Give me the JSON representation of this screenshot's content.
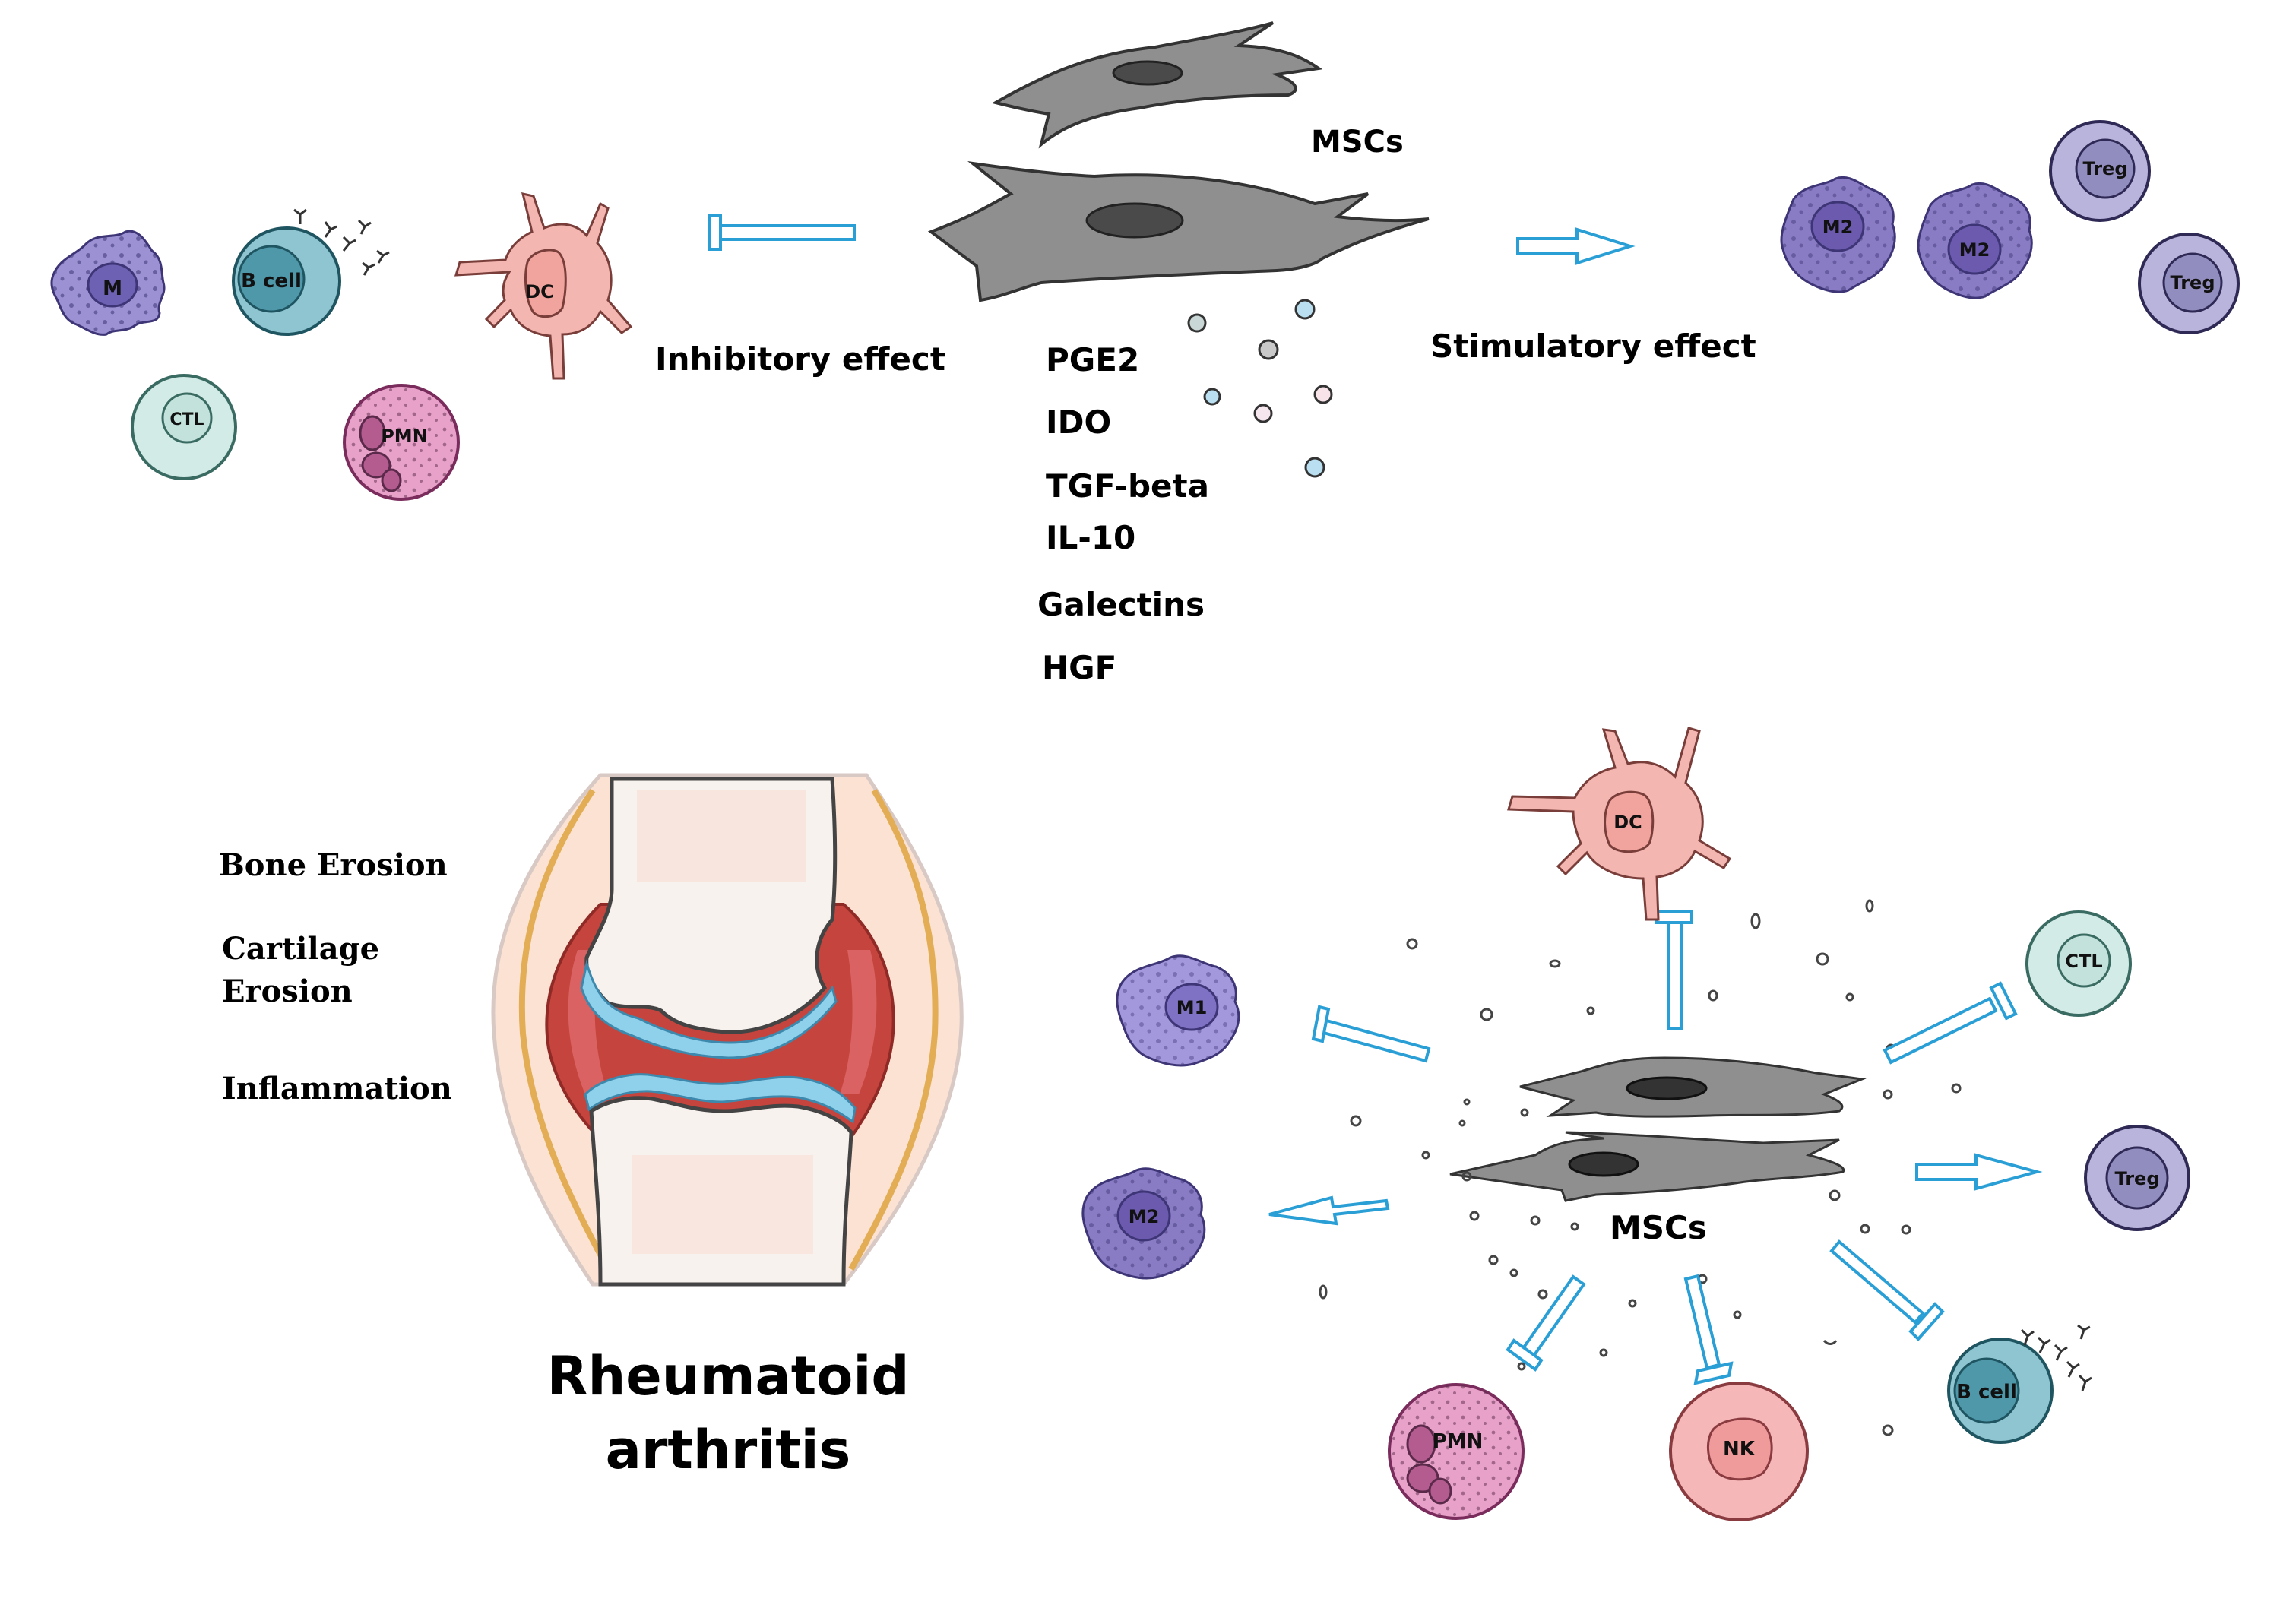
{
  "top": {
    "mscs_label": "MSCs",
    "inhibitory_label": "Inhibitory effect",
    "stimulatory_label": "Stimulatory effect",
    "factors": [
      "PGE2",
      "IDO",
      "TGF-beta",
      "IL-10",
      "Galectins",
      "HGF"
    ],
    "inhibited_cells": {
      "macrophage": "M",
      "bcell": "B cell",
      "dc": "DC",
      "ctl": "CTL",
      "pmn": "PMN"
    },
    "stimulated_cells": {
      "m2a": "M2",
      "m2b": "M2",
      "treg_a": "Treg",
      "treg_b": "Treg"
    }
  },
  "joint": {
    "labels": [
      "Bone Erosion",
      "Cartilage\nErosion",
      "Inflammation"
    ],
    "bone_erosion": "Bone Erosion",
    "cartilage_line1": "Cartilage",
    "cartilage_line2": "Erosion",
    "inflammation": "Inflammation",
    "title_line1": "Rheumatoid",
    "title_line2": "arthritis"
  },
  "bottom": {
    "mscs_label": "MSCs",
    "cells": {
      "dc": "DC",
      "m1": "M1",
      "m2": "M2",
      "ctl": "CTL",
      "treg": "Treg",
      "pmn": "PMN",
      "nk": "NK",
      "bcell": "B cell"
    }
  },
  "colors": {
    "arrow": "#2a9fd6",
    "msc_body": "#8c8c8c",
    "macrophage": "#9c92d3",
    "bcell": "#8fc5d1",
    "dc": "#f4b6b0",
    "ctl": "#d3ebe6",
    "pmn": "#e8a2c9",
    "treg": "#b8b4dc",
    "m2": "#8a7cc4",
    "nk": "#f5b7b8"
  }
}
